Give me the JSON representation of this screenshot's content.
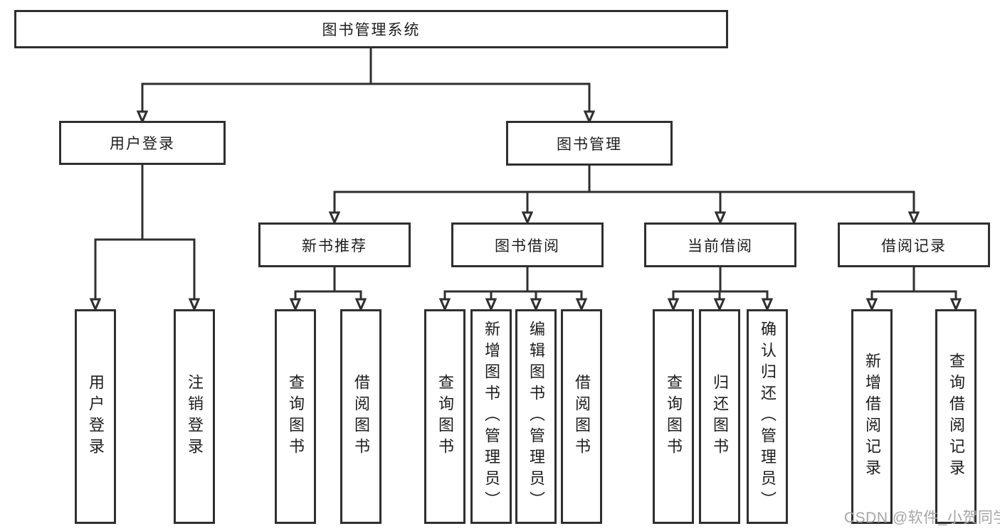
{
  "nodes": {
    "root": "图书管理系统",
    "user_login": "用户登录",
    "book_mgmt": "图书管理",
    "login_child_1": "用户登录",
    "login_child_2": "注销登录",
    "rec": "新书推荐",
    "borrow": "图书借阅",
    "current": "当前借阅",
    "records": "借阅记录",
    "rec_child_1": "查询图书",
    "rec_child_2": "借阅图书",
    "borrow_child_1": "查询图书",
    "borrow_child_2": "新增图书（管理员）",
    "borrow_child_3": "编辑图书（管理员）",
    "borrow_child_4": "借阅图书",
    "current_child_1": "查询图书",
    "current_child_2": "归还图书",
    "current_child_3": "确认归还（管理员）",
    "records_child_1": "新增借阅记录",
    "records_child_2": "查询借阅记录"
  },
  "watermark": "CSDN @软件_小贺同学",
  "colors": {
    "line": "#2f2f2f",
    "text": "#1d1d1d",
    "background": "#ffffff",
    "watermark": "#a5a5a5"
  }
}
